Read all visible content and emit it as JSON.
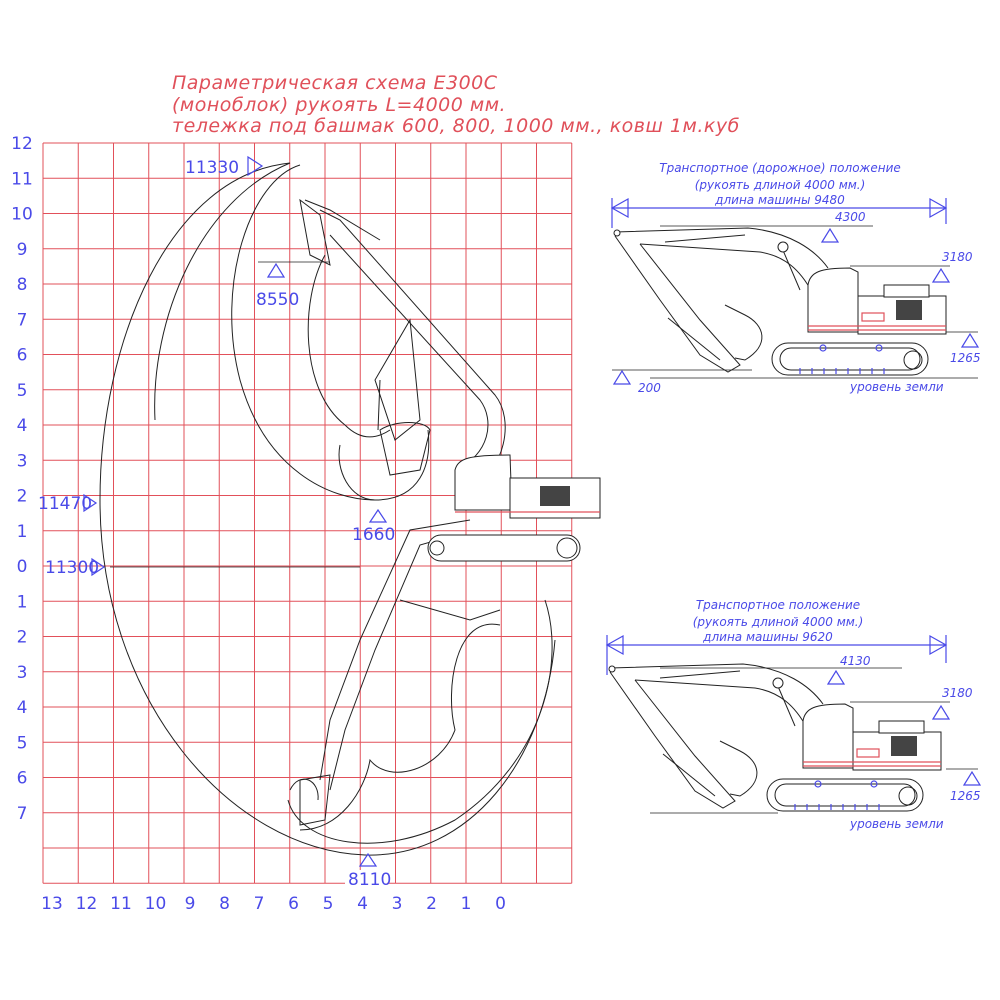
{
  "title": {
    "line1": "Параметрическая схема Е300С",
    "line2": "(моноблок) рукоять L=4000 мм.",
    "line3": "тележка под башмак 600, 800, 1000 мм., ковш 1м.куб"
  },
  "grid": {
    "row_labels": [
      "12",
      "11",
      "10",
      "9",
      "8",
      "7",
      "6",
      "5",
      "4",
      "3",
      "2",
      "1",
      "0",
      "1",
      "2",
      "3",
      "4",
      "5",
      "6",
      "7"
    ],
    "col_labels": [
      "13",
      "12",
      "11",
      "10",
      "9",
      "8",
      "7",
      "6",
      "5",
      "4",
      "3",
      "2",
      "1",
      "0"
    ],
    "color": "#e2505a"
  },
  "working_range": {
    "max_height": "11330",
    "dump_height": "8550",
    "max_reach_height": "11470",
    "min_dump_height": "1660",
    "max_reach_ground": "11300",
    "max_dig_depth": "8110"
  },
  "transport_road": {
    "title1": "Транспортное (дорожное) положение",
    "title2": "(рукоять длиной 4000 мм.)",
    "title3": "длина машины 9480",
    "height": "4300",
    "cab_height": "3180",
    "counterweight_clearance": "1265",
    "bucket_ground": "200",
    "ground": "уровень земли"
  },
  "transport": {
    "title1": "Транспортное положение",
    "title2": "(рукоять длиной 4000 мм.)",
    "title3": "длина машины 9620",
    "height": "4130",
    "cab_height": "3180",
    "counterweight_clearance": "1265",
    "ground": "уровень земли"
  },
  "colors": {
    "red": "#e0505a",
    "blue": "#4a4ae8",
    "ink": "#222222"
  }
}
